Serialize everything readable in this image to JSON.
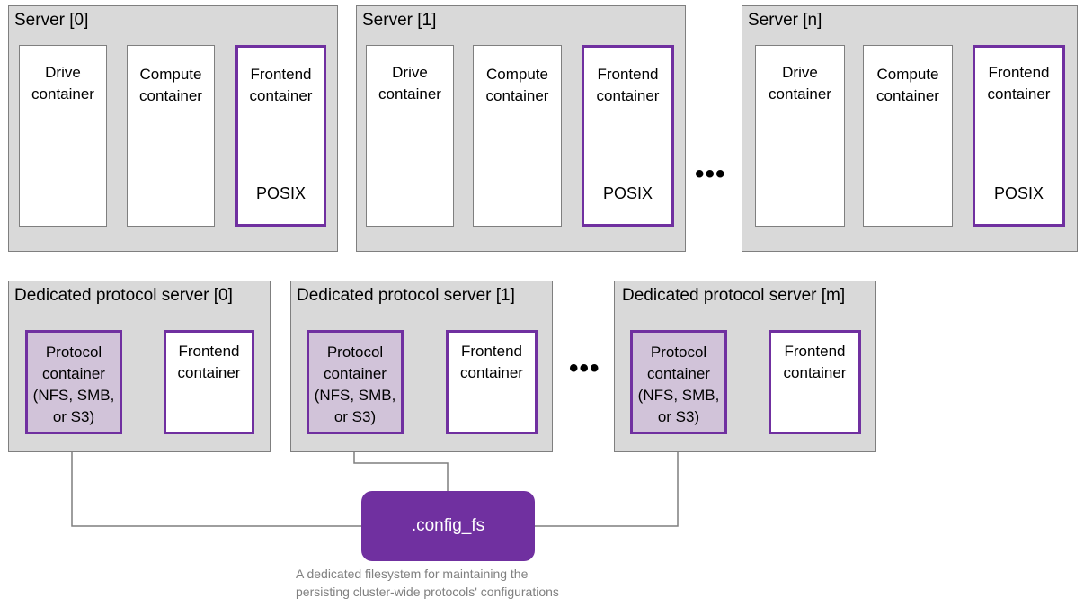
{
  "servers": [
    {
      "title": "Server [0]",
      "drive": "Drive\ncontainer",
      "compute": "Compute\ncontainer",
      "frontend": "Frontend\ncontainer",
      "posix": "POSIX"
    },
    {
      "title": "Server [1]",
      "drive": "Drive\ncontainer",
      "compute": "Compute\ncontainer",
      "frontend": "Frontend\ncontainer",
      "posix": "POSIX"
    },
    {
      "title": "Server [n]",
      "drive": "Drive\ncontainer",
      "compute": "Compute\ncontainer",
      "frontend": "Frontend\ncontainer",
      "posix": "POSIX"
    }
  ],
  "protocol_servers": [
    {
      "title": "Dedicated protocol server [0]",
      "protocol": "Protocol\ncontainer\n(NFS, SMB,\nor S3)",
      "frontend": "Frontend\ncontainer"
    },
    {
      "title": "Dedicated protocol server [1]",
      "protocol": "Protocol\ncontainer\n(NFS, SMB,\nor S3)",
      "frontend": "Frontend\ncontainer"
    },
    {
      "title": "Dedicated protocol server [m]",
      "protocol": "Protocol\ncontainer\n(NFS, SMB,\nor S3)",
      "frontend": "Frontend\ncontainer"
    }
  ],
  "ellipsis": "•••",
  "config_fs": {
    "label": ".config_fs",
    "caption_line1": "A dedicated filesystem for maintaining the",
    "caption_line2": "persisting cluster-wide protocols' configurations"
  },
  "colors": {
    "purple": "#7030a0",
    "protocol_fill": "#d1c3d9",
    "server_fill": "#d9d9d9",
    "connector": "#7f7f7f"
  }
}
